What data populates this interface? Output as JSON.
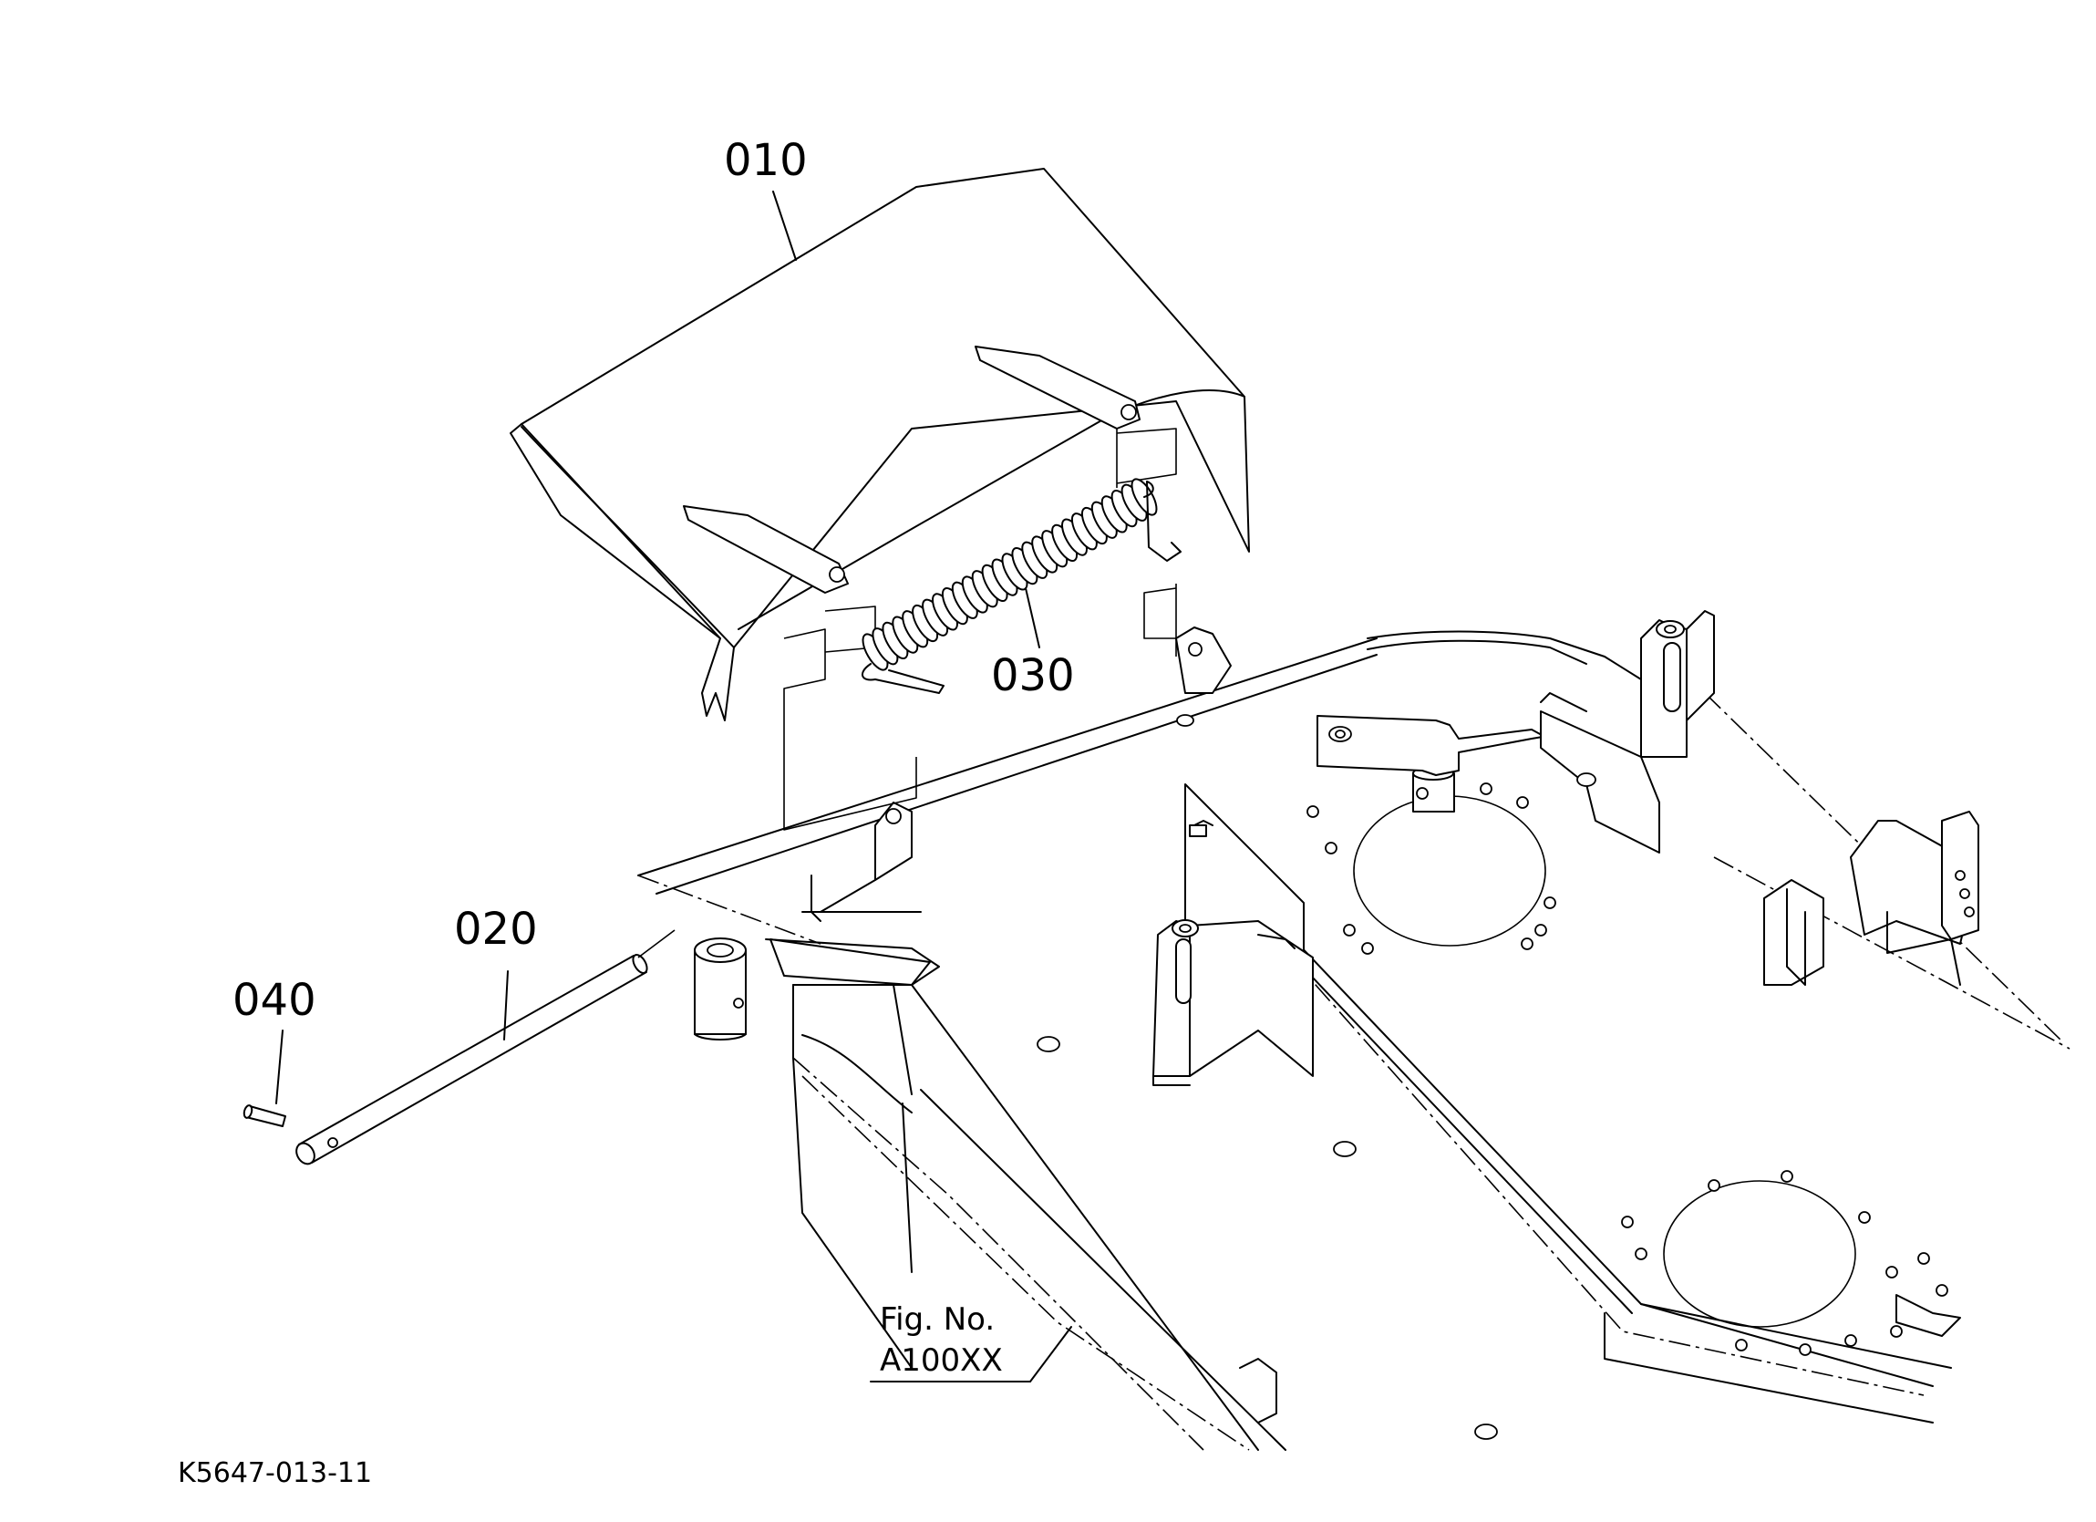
{
  "callouts": {
    "p010": "010",
    "p020": "020",
    "p030": "030",
    "p040": "040"
  },
  "figure_ref": {
    "line1": "Fig. No.",
    "line2": "A100XX"
  },
  "drawing_code": "K5647-013-11",
  "colors": {
    "line": "#000000",
    "background": "#ffffff"
  }
}
